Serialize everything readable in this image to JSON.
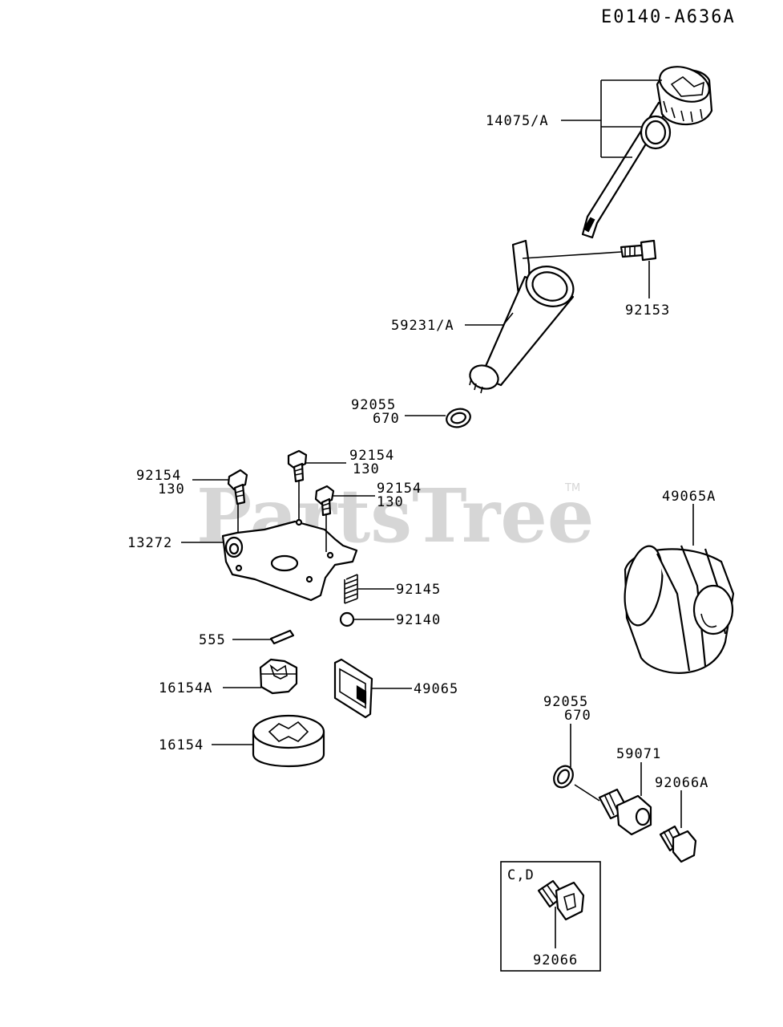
{
  "diagram_code": "E0140-A636A",
  "watermark": {
    "text": "PartsTree",
    "trademark": "TM"
  },
  "inset_box_label": "C,D",
  "callouts": {
    "dipstick": "14075/A",
    "filler_tube": "59231/A",
    "tube_bolt": "92153",
    "tube_oring_line1": "92055",
    "tube_oring_line2": "670",
    "bolt_a_line1": "92154",
    "bolt_a_line2": "130",
    "bolt_b_line1": "92154",
    "bolt_b_line2": "130",
    "bolt_c_line1": "92154",
    "bolt_c_line2": "130",
    "cover_plate": "13272",
    "spring": "92145",
    "ball": "92140",
    "pin": "555",
    "inner_rotor": "16154A",
    "outer_rotor": "16154",
    "screen": "49065",
    "oil_filter": "49065A",
    "fitting_oring_line1": "92055",
    "fitting_oring_line2": "670",
    "fitting": "59071",
    "plug_a": "92066A",
    "plug_inset": "92066"
  },
  "colors": {
    "ink": "#000000",
    "watermark": "#d6d6d6",
    "background": "#ffffff"
  }
}
